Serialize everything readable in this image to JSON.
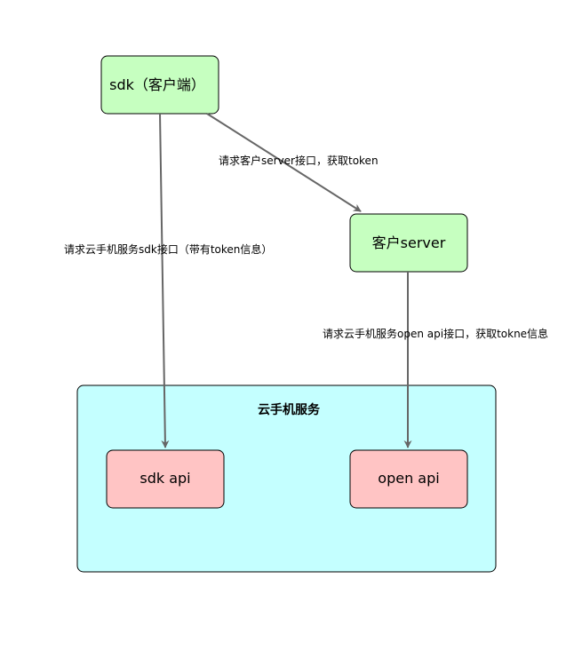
{
  "diagram": {
    "group": {
      "label": "云手机服务",
      "fill": "#c4ffff"
    },
    "nodes": {
      "sdk_client": {
        "label": "sdk（客户端）",
        "fill": "#c6ffc0"
      },
      "client_server": {
        "label": "客户server",
        "fill": "#c6ffc0"
      },
      "sdk_api": {
        "label": "sdk api",
        "fill": "#ffc4c4"
      },
      "open_api": {
        "label": "open api",
        "fill": "#ffc4c4"
      }
    },
    "edges": {
      "sdk_to_server": {
        "label": "请求客户server接口，获取token"
      },
      "sdk_to_sdk_api": {
        "label": "请求云手机服务sdk接口（带有token信息）"
      },
      "server_to_open_api": {
        "label": "请求云手机服务open api接口，获取tokne信息"
      }
    },
    "colors": {
      "stroke": "#000000",
      "edge": "#666666"
    }
  }
}
